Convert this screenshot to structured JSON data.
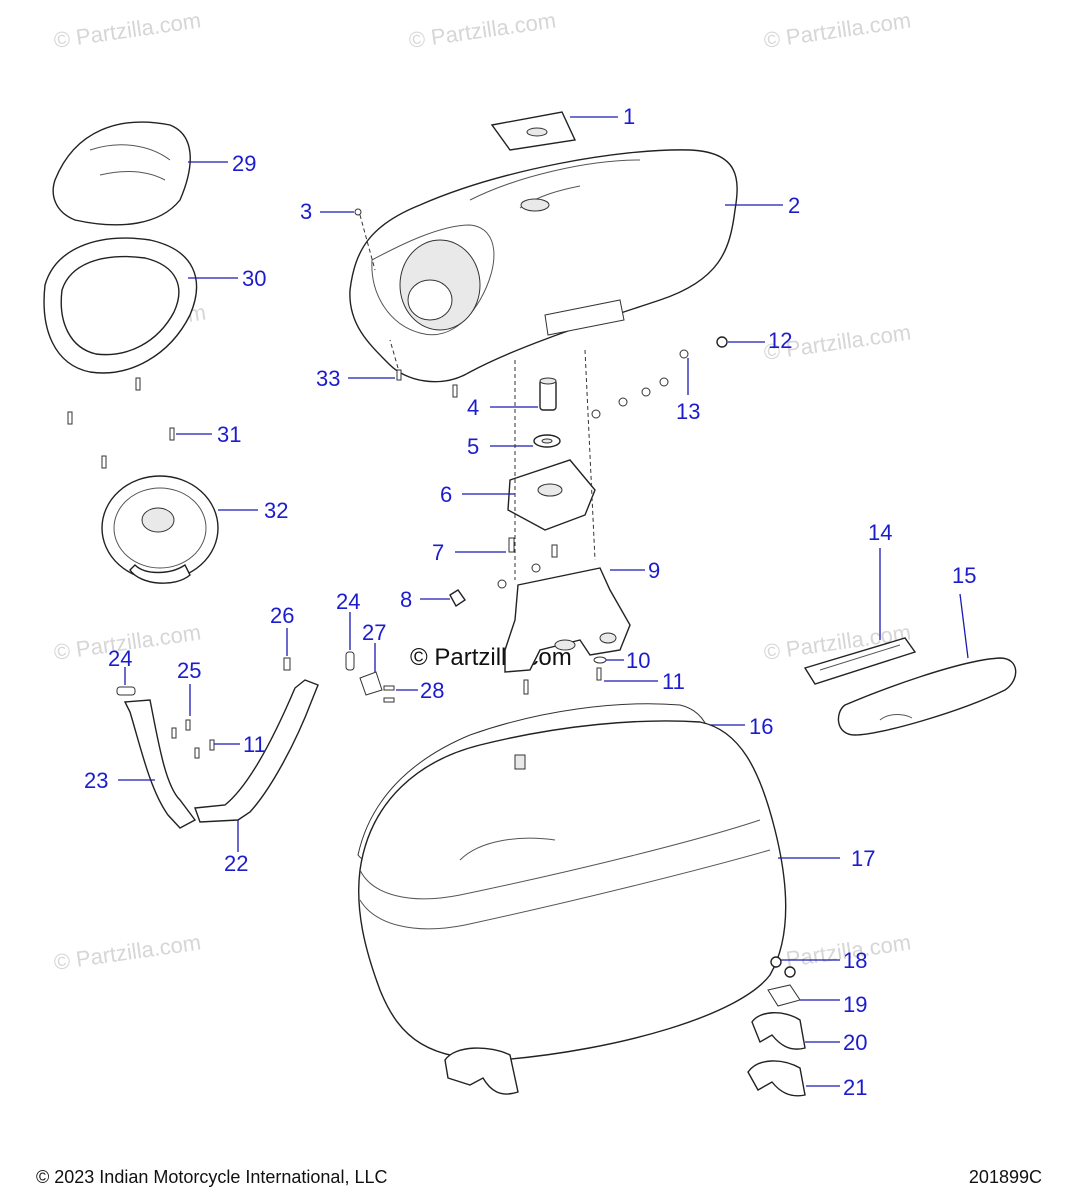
{
  "watermark": {
    "text": "© Partzilla.com",
    "center_text": "© Partzilla.com"
  },
  "callouts": {
    "c1": "1",
    "c2": "2",
    "c3": "3",
    "c4": "4",
    "c5": "5",
    "c6": "6",
    "c7": "7",
    "c8": "8",
    "c9": "9",
    "c10": "10",
    "c11a": "11",
    "c11b": "11",
    "c12": "12",
    "c13": "13",
    "c14": "14",
    "c15": "15",
    "c16": "16",
    "c17": "17",
    "c18": "18",
    "c19": "19",
    "c20": "20",
    "c21": "21",
    "c22": "22",
    "c23": "23",
    "c24a": "24",
    "c24b": "24",
    "c25": "25",
    "c26": "26",
    "c27": "27",
    "c28": "28",
    "c29": "29",
    "c30": "30",
    "c31": "31",
    "c32": "32",
    "c33": "33"
  },
  "footer": {
    "copyright": "© 2023 Indian Motorcycle International, LLC",
    "diagram_id": "201899C"
  },
  "colors": {
    "callout": "#1c1ccf",
    "watermark": "#d6d6d6",
    "line": "#222222"
  }
}
